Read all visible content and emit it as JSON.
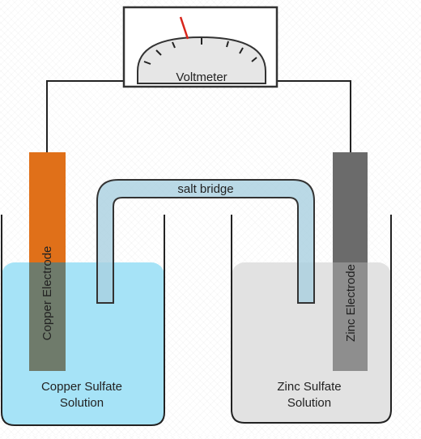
{
  "meter": {
    "label": "Voltmeter",
    "needle_color": "#d8261c"
  },
  "salt_bridge": {
    "label": "salt bridge",
    "color": "#a9cfe0"
  },
  "left_cell": {
    "electrode_label": "Copper Electrode",
    "electrode_color": "#e07019",
    "solution_line1": "Copper Sulfate",
    "solution_line2": "Solution",
    "solution_color": "#a6e3f7"
  },
  "right_cell": {
    "electrode_label": "Zinc Electrode",
    "electrode_color": "#6b6b6b",
    "solution_line1": "Zinc Sulfate",
    "solution_line2": "Solution",
    "solution_color": "#e2e2e2"
  }
}
